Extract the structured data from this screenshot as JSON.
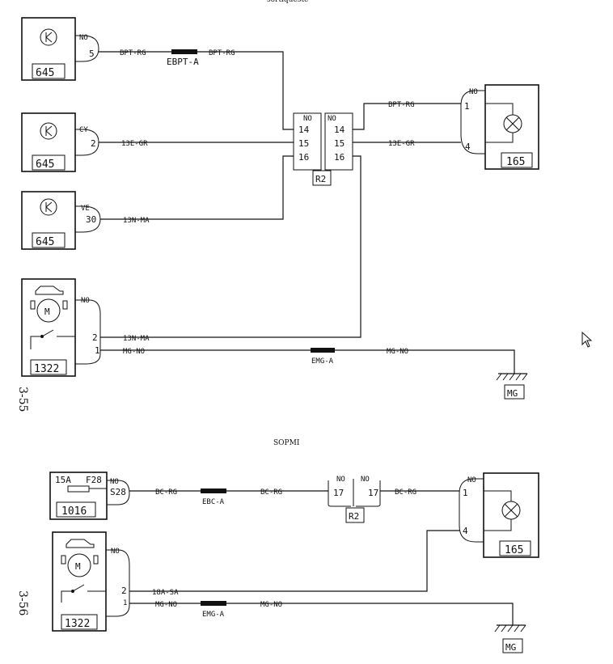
{
  "page_header": "sortiqueste",
  "section_a": {
    "id": "3-55",
    "relay_645_a": {
      "code": "645",
      "pin": "5",
      "color": "NO"
    },
    "relay_645_b": {
      "code": "645",
      "pin": "2",
      "color": "CY"
    },
    "relay_645_c": {
      "code": "645",
      "pin": "30",
      "color": "VE"
    },
    "motor_1322": {
      "code": "1322",
      "pin_a": "2",
      "pin_b": "1",
      "color": "NO"
    },
    "lamp_165": {
      "code": "165",
      "pin_a": "1",
      "pin_b": "4",
      "color": "NO"
    },
    "connector": {
      "code": "R2",
      "left_color": "NO",
      "right_color": "NO",
      "pins": [
        "14",
        "15",
        "16"
      ]
    },
    "wires": {
      "w1_left": "BPT-RG",
      "w1_right": "BPT-RG",
      "splice_1": "EBPT-A",
      "w2": "13E-GR",
      "w3": "13N-MA",
      "w4": "13N-MA",
      "w5_left": "MG-NO",
      "w5_right": "MG-NO",
      "splice_2": "EMG-A",
      "r_top": "BPT-RG",
      "r_mid": "13E-GR"
    },
    "ground": "MG"
  },
  "section_b": {
    "id": "3-56",
    "title": "SOPMI",
    "fuse": {
      "rating": "15A",
      "ref": "F28",
      "code": "1016",
      "pin": "S28",
      "color": "NO"
    },
    "motor_1322": {
      "code": "1322",
      "pin_a": "2",
      "pin_b": "1",
      "color": "NO"
    },
    "lamp_165": {
      "code": "165",
      "pin_a": "1",
      "pin_b": "4",
      "color": "NO"
    },
    "connector": {
      "code": "R2",
      "left_color": "NO",
      "right_color": "NO",
      "pin_left": "17",
      "pin_right": "17"
    },
    "wires": {
      "w1a": "BC-RG",
      "splice_1": "EBC-A",
      "w1b": "BC-RG",
      "w1c": "BC-RG",
      "w2": "18A-SA",
      "w3a": "MG-NO",
      "splice_2": "EMG-A",
      "w3b": "MG-NO"
    },
    "ground": "MG"
  },
  "icons": [
    "relay-switch-icon",
    "motor-icon",
    "lamp-icon",
    "car-icon",
    "contact-switch-icon",
    "ground-icon",
    "fuse-icon",
    "mouse-cursor-icon"
  ]
}
